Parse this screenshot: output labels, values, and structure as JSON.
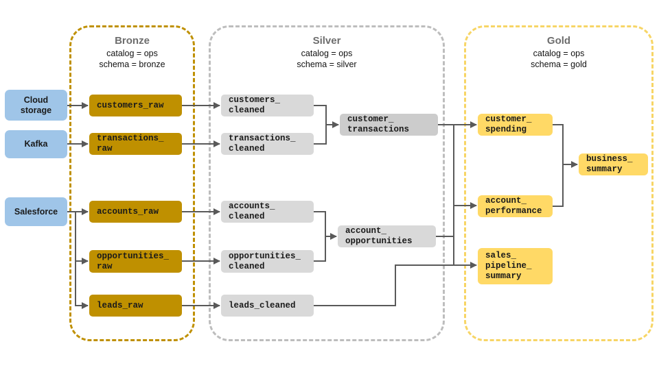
{
  "layers": {
    "bronze": {
      "title": "Bronze",
      "catalog": "catalog = ops",
      "schema": "schema = bronze"
    },
    "silver": {
      "title": "Silver",
      "catalog": "catalog = ops",
      "schema": "schema = silver"
    },
    "gold": {
      "title": "Gold",
      "catalog": "catalog = ops",
      "schema": "schema = gold"
    }
  },
  "sources": {
    "cloud_storage": "Cloud\nstorage",
    "kafka": "Kafka",
    "salesforce": "Salesforce"
  },
  "bronze_tables": {
    "customers_raw": "customers_raw",
    "transactions_raw": "transactions_\nraw",
    "accounts_raw": "accounts_raw",
    "opportunities_raw": "opportunities_\nraw",
    "leads_raw": "leads_raw"
  },
  "silver_tables": {
    "customers_cleaned": "customers_\ncleaned",
    "transactions_cleaned": "transactions_\ncleaned",
    "accounts_cleaned": "accounts_\ncleaned",
    "opportunities_cleaned": "opportunities_\ncleaned",
    "leads_cleaned": "leads_cleaned",
    "customer_transactions": "customer_\ntransactions",
    "account_opportunities": "account_\nopportunities"
  },
  "gold_tables": {
    "customer_spending": "customer_\nspending",
    "account_performance": "account_\nperformance",
    "sales_pipeline_summary": "sales_\npipeline_\nsummary",
    "business_summary": "business_\nsummary"
  },
  "colors": {
    "source": "#9FC5E8",
    "bronze": "#BF9000",
    "silver": "#D9D9D9",
    "gold": "#FFD966",
    "edge": "#595959"
  }
}
